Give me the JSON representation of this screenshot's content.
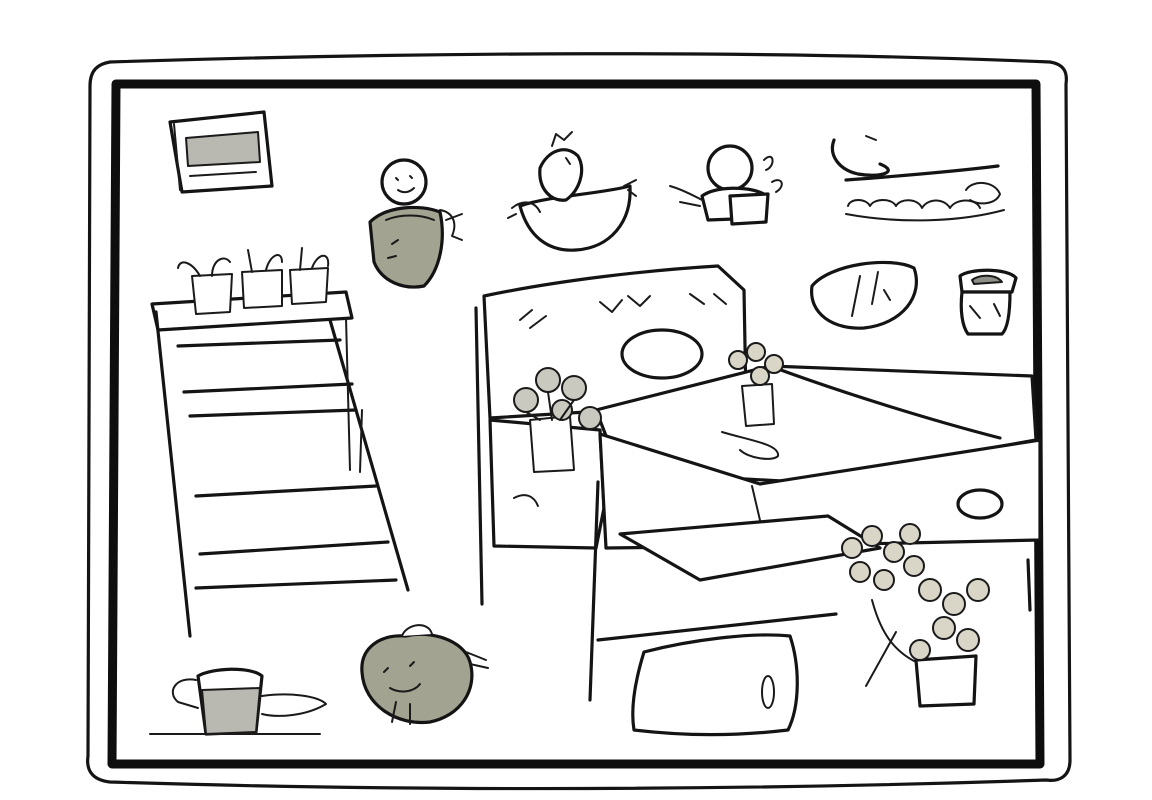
{
  "scene": {
    "kind": "hand-drawn sketch of a room interior",
    "palette": {
      "ink": "#141414",
      "paper": "#ffffff",
      "grey_fill": "#b9b9b2",
      "olive_fill": "#a3a391",
      "leaf_fill": "#c9c9c0"
    },
    "objects": [
      "wall-clock",
      "ghost-figure",
      "hanging-bird-basket",
      "teapot-and-cup",
      "cloud-shelf",
      "shelf-with-pots",
      "bed",
      "flower-vase-on-bed",
      "potted-plant",
      "wall-mirror",
      "jar",
      "bucket",
      "shrub-creature",
      "floor-block",
      "flower-pot-right"
    ]
  }
}
